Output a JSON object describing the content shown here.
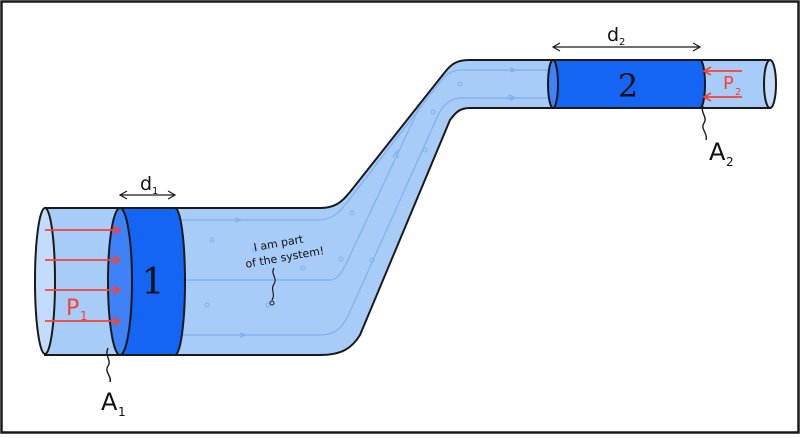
{
  "diagram": {
    "labels": {
      "section1_number": "1",
      "section2_number": "2",
      "d1_main": "d",
      "d1_sub": "1",
      "d2_main": "d",
      "d2_sub": "2",
      "A1_main": "A",
      "A1_sub": "1",
      "A2_main": "A",
      "A2_sub": "2",
      "P1_main": "P",
      "P1_sub": "1",
      "P2_main": "P",
      "P2_sub": "2",
      "note_line1": "I am part",
      "note_line2": "of the system!"
    },
    "colors": {
      "pipe_fill": "#a8ccf8",
      "pipe_end": "#c3dcfb",
      "section_fill": "#1565f5",
      "section_face": "#3f82f8",
      "arrow": "#f44336",
      "pressure_text": "#f44336",
      "outline": "#1a1a1a",
      "streamline": "#7fb0f0"
    }
  }
}
